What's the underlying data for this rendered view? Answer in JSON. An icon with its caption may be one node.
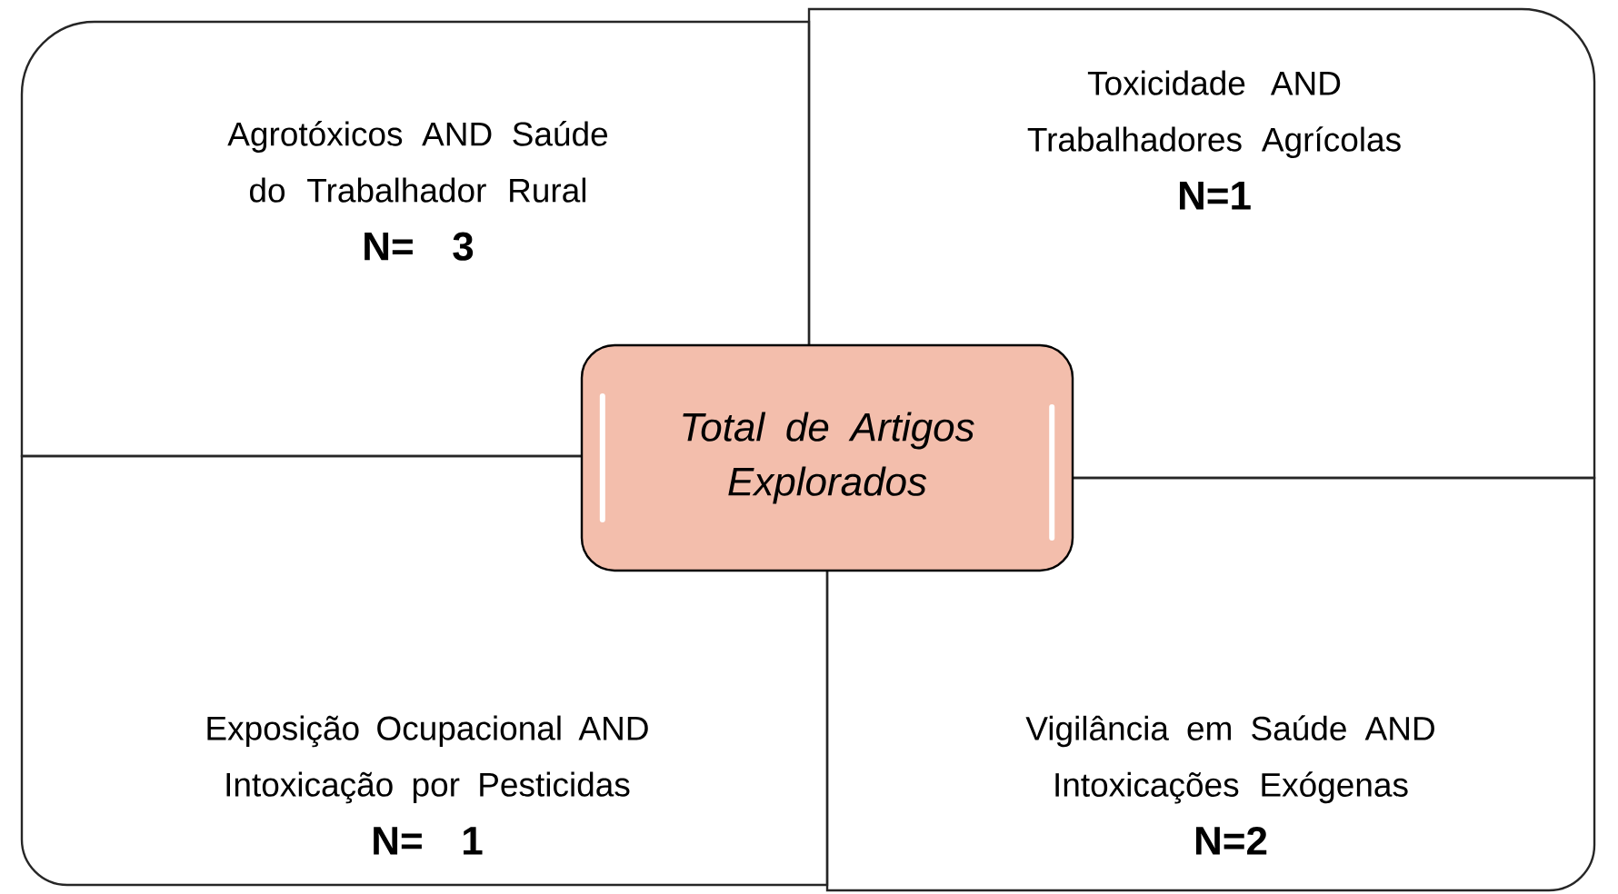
{
  "diagram": {
    "nodes": [
      {
        "text": [
          "Agrotóxicos AND Saúde do Trabalhador Rural",
          "N= 3"
        ]
      },
      {
        "text": [
          "Toxicidade AND Trabalhadores Agrícolas",
          "N=1"
        ]
      },
      {
        "text": [
          "Exposição Ocupacional AND Intoxicação por Pesticidas",
          "N= 1"
        ]
      },
      {
        "text": [
          "Vigilância em Saúde AND Intoxicações Exógenas",
          "N=2"
        ]
      },
      {
        "text": [
          "Total de Artigos Explorados"
        ]
      }
    ]
  }
}
